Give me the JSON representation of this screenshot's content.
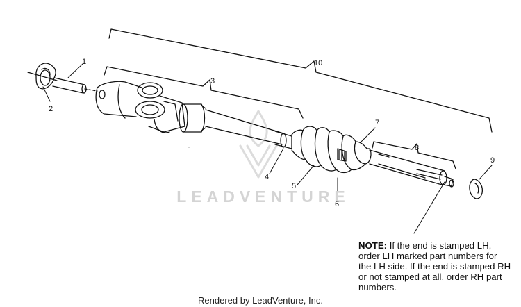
{
  "watermark": {
    "text": "LEADVENTURE"
  },
  "callouts": [
    {
      "id": "1",
      "text": "1"
    },
    {
      "id": "2",
      "text": "2"
    },
    {
      "id": "3",
      "text": "3"
    },
    {
      "id": "4",
      "text": "4"
    },
    {
      "id": "5",
      "text": "5"
    },
    {
      "id": "6",
      "text": "6"
    },
    {
      "id": "7",
      "text": "7"
    },
    {
      "id": "8",
      "text": "8"
    },
    {
      "id": "9",
      "text": "9"
    },
    {
      "id": "10",
      "text": "10"
    }
  ],
  "note": {
    "label": "NOTE:",
    "text": " If the end is stamped LH, order LH marked part numbers for the LH side.  If the end is stamped RH or not stamped at all, order RH part numbers."
  },
  "footer": {
    "text": "Rendered by LeadVenture, Inc."
  }
}
